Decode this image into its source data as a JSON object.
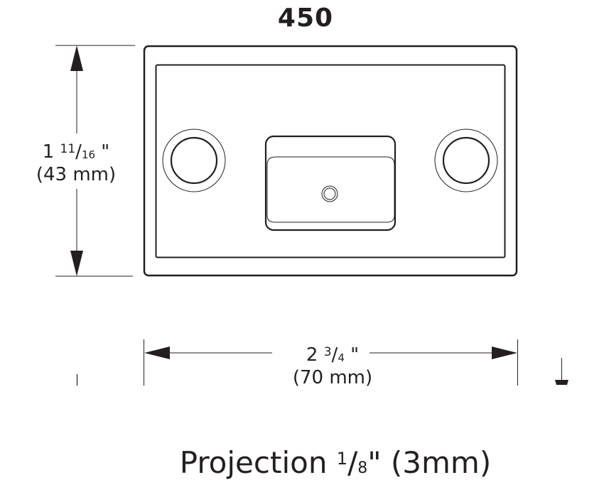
{
  "title": {
    "model_number": "450"
  },
  "dimensions": {
    "height": {
      "whole": "1",
      "frac_num": "11",
      "frac_sep": "/",
      "frac_den": "16",
      "unit_in": " \"",
      "metric": "(43 mm)"
    },
    "width": {
      "whole": "2",
      "frac_num": "3",
      "frac_sep": "/",
      "frac_den": "4",
      "unit_in": " \"",
      "metric": "(70 mm)"
    }
  },
  "projection": {
    "label": "Projection ",
    "frac_num": "1",
    "frac_sep": "/",
    "frac_den": "8",
    "unit_in": "\"",
    "metric": " (3mm)"
  },
  "colors": {
    "line": "#231f20",
    "background": "#ffffff"
  }
}
